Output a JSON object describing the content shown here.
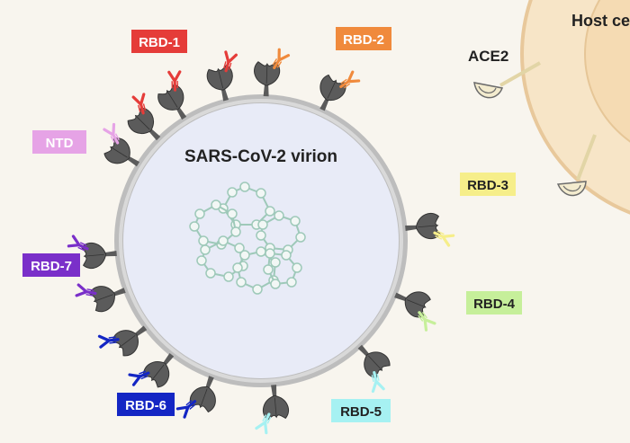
{
  "title": "SARS-CoV-2 virion",
  "host_cell_label": "Host cell",
  "receptor_label": "ACE2",
  "epitope_labels": [
    {
      "text": "RBD-1",
      "fill": "#e53c39",
      "text_color": "#ffffff"
    },
    {
      "text": "RBD-2",
      "fill": "#f08a3c",
      "text_color": "#ffffff"
    },
    {
      "text": "NTD",
      "fill": "#e6a3e6",
      "text_color": "#ffffff"
    },
    {
      "text": "RBD-3",
      "fill": "#f6ee8a",
      "text_color": "#222222"
    },
    {
      "text": "RBD-7",
      "fill": "#7a2fc9",
      "text_color": "#ffffff"
    },
    {
      "text": "RBD-4",
      "fill": "#c6ef9a",
      "text_color": "#222222"
    },
    {
      "text": "RBD-6",
      "fill": "#1426c4",
      "text_color": "#ffffff"
    },
    {
      "text": "RBD-5",
      "fill": "#a6f1f2",
      "text_color": "#222222"
    }
  ],
  "colors": {
    "background": "#f8f5ee",
    "virion_fill": "#e8ebf7",
    "membrane": "#bdbdbd",
    "spike": "#5b5b5b",
    "host_cell_outer": "#f7e5c7",
    "host_cell_inner": "#f5dbb3",
    "rna": "#9ec9b9"
  }
}
